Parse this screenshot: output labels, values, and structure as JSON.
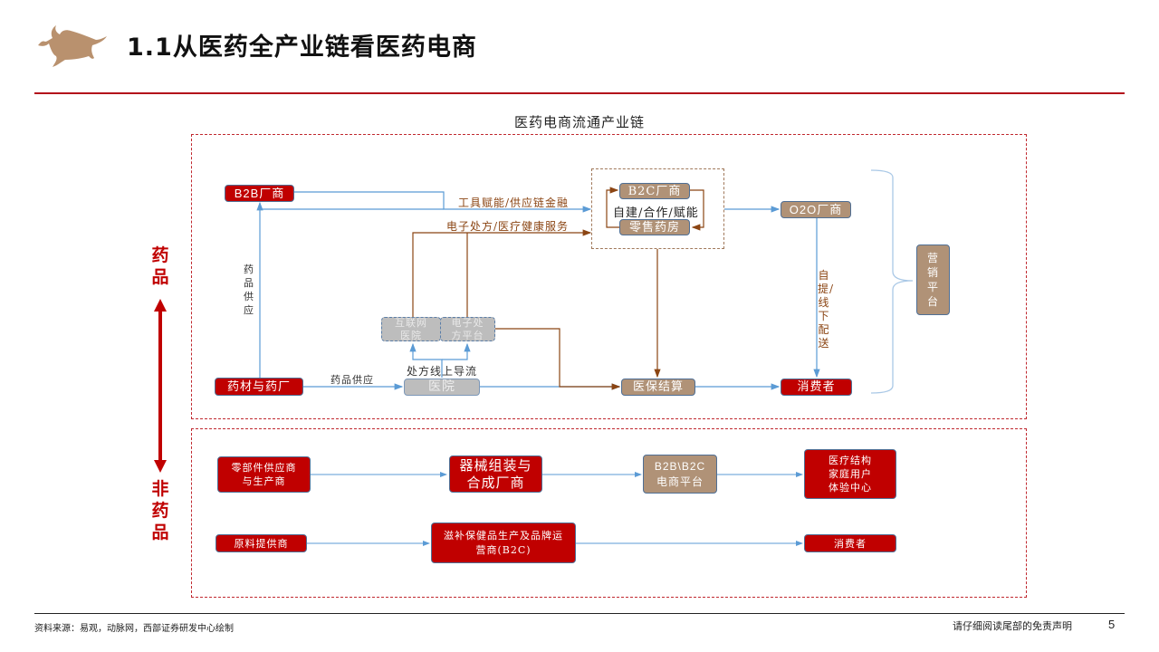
{
  "header": {
    "title": "1.1从医药全产业链看医药电商",
    "logo_icon": "bull-icon",
    "accent_color": "#b30d1b"
  },
  "diagram": {
    "title": "医药电商流通产业链",
    "side_labels": {
      "pharma": "药品",
      "non_pharma": "非药品"
    },
    "pharma": {
      "nodes": {
        "b2b_vendor": "B2B厂商",
        "b2c_vendor": "B2C厂商",
        "retail_pharmacy": "零售药房",
        "b2c_group_label": "自建/合作/赋能",
        "o2o_vendor": "O2O厂商",
        "marketing_platform": "营销平台",
        "internet_hospital": "互联网医院",
        "e_prescription_platform": "电子处方平台",
        "manufacturer": "药材与药厂",
        "hospital": "医院",
        "insurance_settlement": "医保结算",
        "consumer": "消费者"
      },
      "edge_labels": {
        "tool_finance": "工具赋能/供应链金融",
        "e_prescription_health": "电子处方/医疗健康服务",
        "drug_supply_vertical": "药品供应",
        "drug_supply": "药品供应",
        "prescription_diversion": "处方线上导流",
        "pickup_delivery": "自提/线下配送"
      }
    },
    "non_pharma": {
      "row1": [
        "零部件供应商与生产商",
        "器械组装与合成厂商",
        "B2B\\B2C电商平台",
        "医疗结构家庭用户体验中心"
      ],
      "row1_lines": [
        [
          "零部件供应商",
          "与生产商"
        ],
        [
          "器械组装与",
          "合成厂商"
        ],
        [
          "B2B\\B2C",
          "电商平台"
        ],
        [
          "医疗结构",
          "家庭用户",
          "体验中心"
        ]
      ],
      "row2": [
        "原料提供商",
        "滋补保健品生产及品牌运营商(B2C)",
        "消费者"
      ],
      "row2_lines": [
        [
          "原料提供商"
        ],
        [
          "滋补保健品生产及品牌运",
          "营商(B2C)"
        ],
        [
          "消费者"
        ]
      ]
    },
    "colors": {
      "red_node": "#c00000",
      "tan_node": "#b09277",
      "gray_node": "#bdbdbd",
      "blue_link": "#5b9bd5",
      "brown_link": "#8b4513"
    }
  },
  "footer": {
    "source": "资料来源：易观，动脉网，西部证券研发中心绘制",
    "disclaimer": "请仔细阅读尾部的免责声明",
    "page_number": "5"
  }
}
